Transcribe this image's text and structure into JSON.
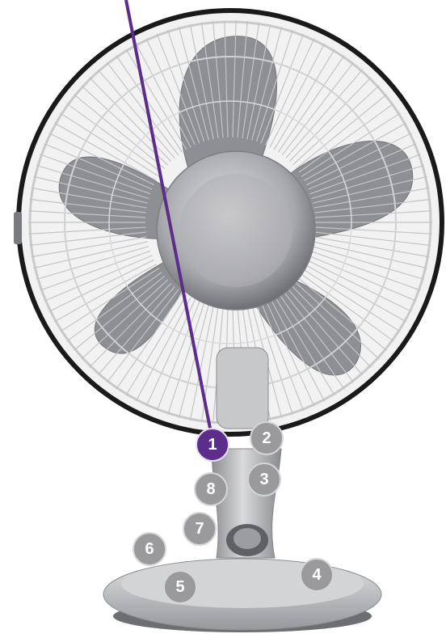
{
  "colors": {
    "accent": "#5c2d8a",
    "marker_fill": "#9a9a9c",
    "marker_ring": "#d6d6d8",
    "fan_body": "#b8b9bc",
    "blade": "#8e8f92",
    "guard_rim": "#1a1a1a"
  },
  "icons": {
    "product": "desk-fan-icon"
  },
  "callouts": [
    {
      "number": "1",
      "active": true
    },
    {
      "number": "2",
      "active": false
    },
    {
      "number": "3",
      "active": false
    },
    {
      "number": "4",
      "active": false
    },
    {
      "number": "5",
      "active": false
    },
    {
      "number": "6",
      "active": false
    },
    {
      "number": "7",
      "active": false
    },
    {
      "number": "8",
      "active": false
    }
  ]
}
